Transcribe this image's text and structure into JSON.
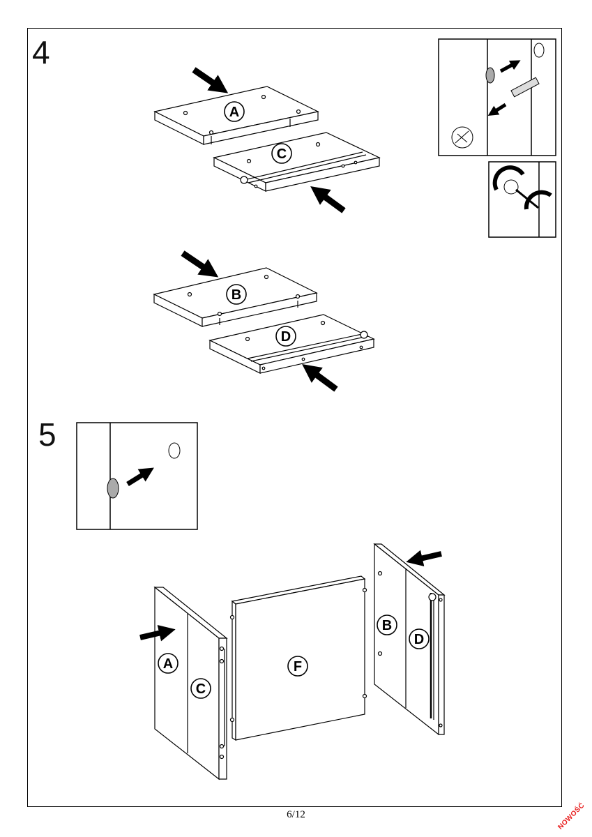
{
  "steps": {
    "step4": "4",
    "step5": "5"
  },
  "labels": {
    "A": "A",
    "B": "B",
    "C": "C",
    "D": "D",
    "F": "F"
  },
  "footer": {
    "page": "6/12"
  },
  "stamp": {
    "text": "NOWOŚĆ"
  }
}
